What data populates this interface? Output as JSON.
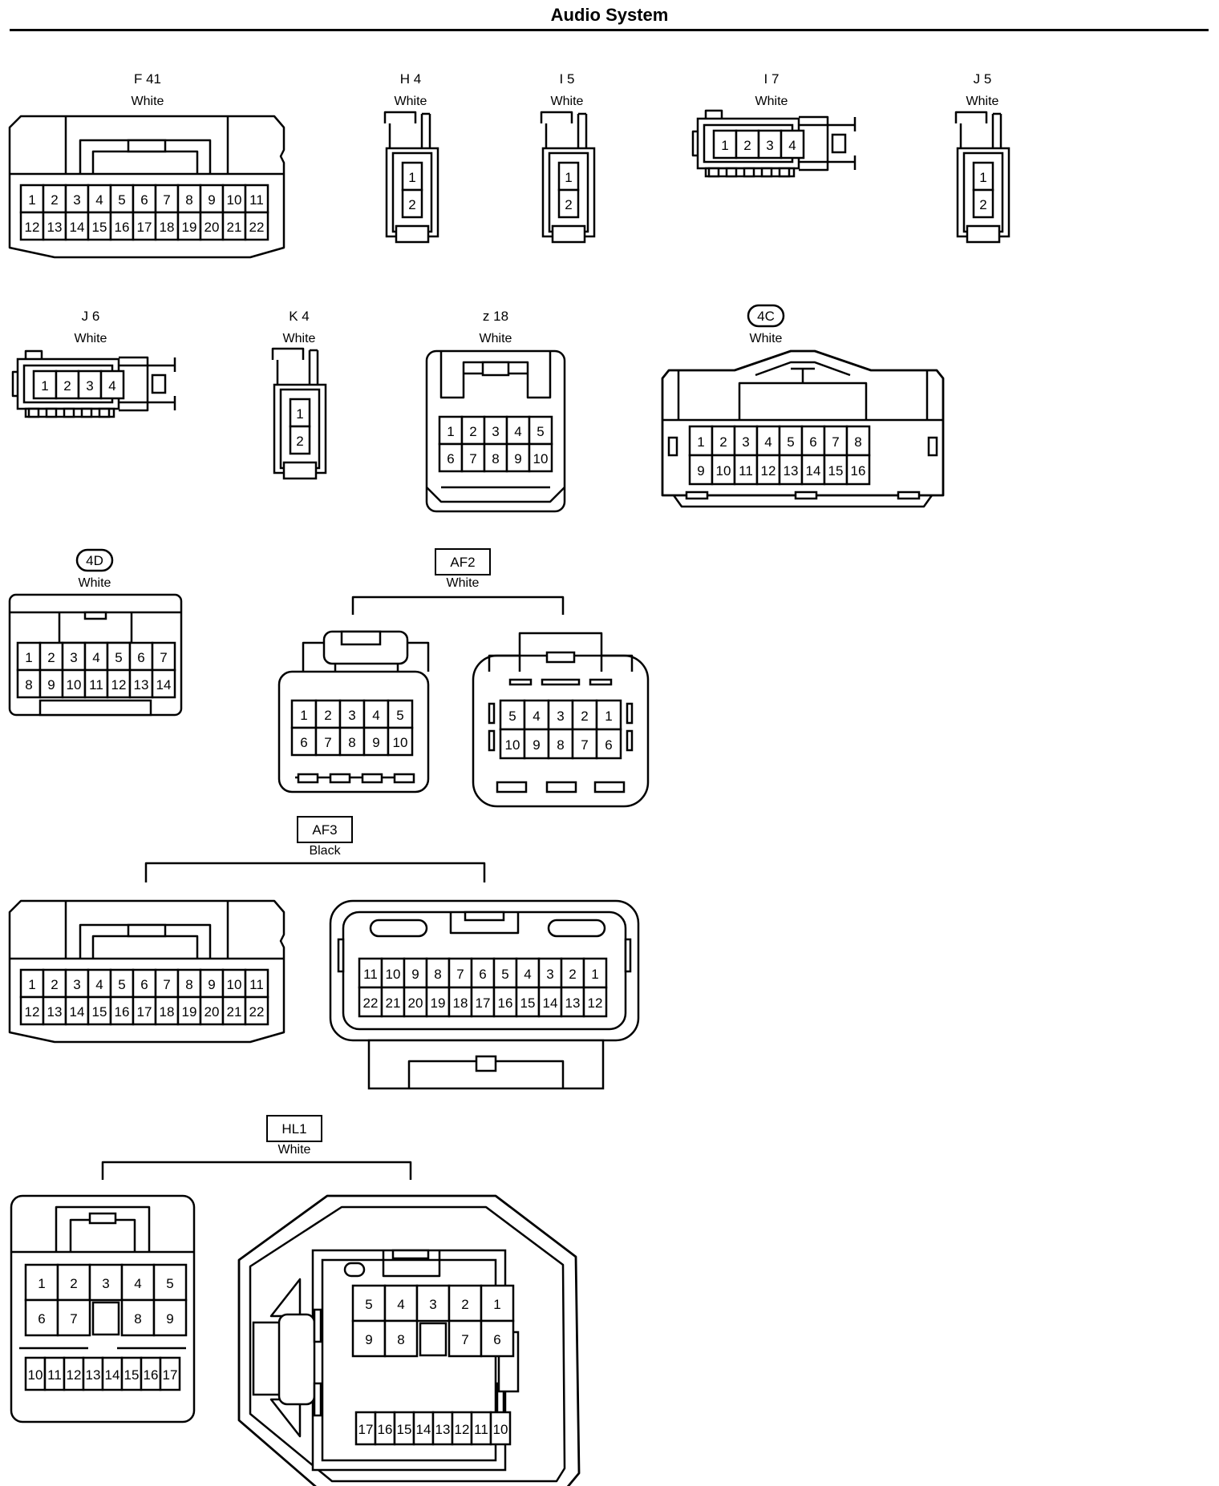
{
  "page_title": "Audio System",
  "connectors": [
    {
      "id": "F41",
      "label": "F 41",
      "color": "White",
      "badge": "none"
    },
    {
      "id": "H4",
      "label": "H 4",
      "color": "White",
      "badge": "none"
    },
    {
      "id": "I5",
      "label": "I 5",
      "color": "White",
      "badge": "none"
    },
    {
      "id": "I7",
      "label": "I 7",
      "color": "White",
      "badge": "none"
    },
    {
      "id": "J5",
      "label": "J 5",
      "color": "White",
      "badge": "none"
    },
    {
      "id": "J6",
      "label": "J 6",
      "color": "White",
      "badge": "none"
    },
    {
      "id": "K4",
      "label": "K 4",
      "color": "White",
      "badge": "none"
    },
    {
      "id": "z18",
      "label": "z 18",
      "color": "White",
      "badge": "none"
    },
    {
      "id": "4C",
      "label": "4C",
      "color": "White",
      "badge": "oval"
    },
    {
      "id": "4D",
      "label": "4D",
      "color": "White",
      "badge": "oval"
    },
    {
      "id": "AF2",
      "label": "AF2",
      "color": "White",
      "badge": "box"
    },
    {
      "id": "AF3",
      "label": "AF3",
      "color": "Black",
      "badge": "box"
    },
    {
      "id": "HL1",
      "label": "HL1",
      "color": "White",
      "badge": "box"
    }
  ],
  "pin_rows": {
    "F41": [
      [
        "1",
        "2",
        "3",
        "4",
        "5",
        "6",
        "7",
        "8",
        "9",
        "10",
        "11"
      ],
      [
        "12",
        "13",
        "14",
        "15",
        "16",
        "17",
        "18",
        "19",
        "20",
        "21",
        "22"
      ]
    ],
    "H4": [
      [
        "1"
      ],
      [
        "2"
      ]
    ],
    "I5": [
      [
        "1"
      ],
      [
        "2"
      ]
    ],
    "I7": [
      [
        "1",
        "2",
        "3",
        "4"
      ]
    ],
    "J5": [
      [
        "1"
      ],
      [
        "2"
      ]
    ],
    "J6": [
      [
        "1",
        "2",
        "3",
        "4"
      ]
    ],
    "K4": [
      [
        "1"
      ],
      [
        "2"
      ]
    ],
    "z18": [
      [
        "1",
        "2",
        "3",
        "4",
        "5"
      ],
      [
        "6",
        "7",
        "8",
        "9",
        "10"
      ]
    ],
    "4C": [
      [
        "1",
        "2",
        "3",
        "4",
        "5",
        "6",
        "7",
        "8"
      ],
      [
        "9",
        "10",
        "11",
        "12",
        "13",
        "14",
        "15",
        "16"
      ]
    ],
    "4D": [
      [
        "1",
        "2",
        "3",
        "4",
        "5",
        "6",
        "7"
      ],
      [
        "8",
        "9",
        "10",
        "11",
        "12",
        "13",
        "14"
      ]
    ],
    "AF2_left": [
      [
        "1",
        "2",
        "3",
        "4",
        "5"
      ],
      [
        "6",
        "7",
        "8",
        "9",
        "10"
      ]
    ],
    "AF2_right": [
      [
        "5",
        "4",
        "3",
        "2",
        "1"
      ],
      [
        "10",
        "9",
        "8",
        "7",
        "6"
      ]
    ],
    "AF3_left": [
      [
        "1",
        "2",
        "3",
        "4",
        "5",
        "6",
        "7",
        "8",
        "9",
        "10",
        "11"
      ],
      [
        "12",
        "13",
        "14",
        "15",
        "16",
        "17",
        "18",
        "19",
        "20",
        "21",
        "22"
      ]
    ],
    "AF3_right": [
      [
        "11",
        "10",
        "9",
        "8",
        "7",
        "6",
        "5",
        "4",
        "3",
        "2",
        "1"
      ],
      [
        "22",
        "21",
        "20",
        "19",
        "18",
        "17",
        "16",
        "15",
        "14",
        "13",
        "12"
      ]
    ],
    "HL1_left": [
      [
        "1",
        "2",
        "3",
        "4",
        "5"
      ],
      [
        "6",
        "7",
        "",
        "8",
        "9"
      ],
      [
        "10",
        "11",
        "12",
        "13",
        "14",
        "15",
        "16",
        "17"
      ]
    ],
    "HL1_right": [
      [
        "5",
        "4",
        "3",
        "2",
        "1"
      ],
      [
        "9",
        "8",
        "",
        "7",
        "6"
      ],
      [
        "17",
        "16",
        "15",
        "14",
        "13",
        "12",
        "11",
        "10"
      ]
    ]
  }
}
